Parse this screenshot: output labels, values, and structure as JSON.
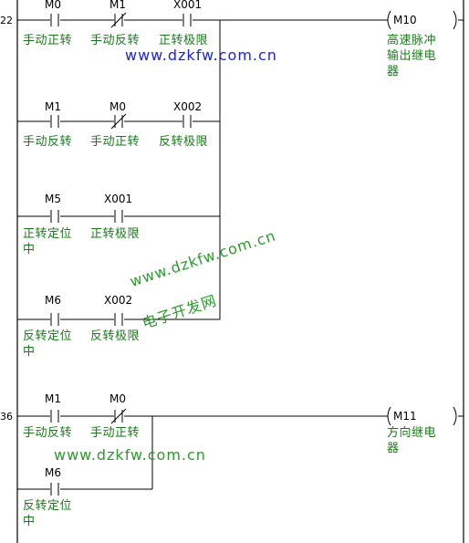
{
  "steps": {
    "first": "22",
    "second": "36"
  },
  "rungs": [
    {
      "contacts": [
        {
          "address": "M0",
          "label": "手动正转",
          "type": "NO"
        },
        {
          "address": "M1",
          "label": "手动反转",
          "type": "NC"
        },
        {
          "address": "X001",
          "label": "正转极限",
          "type": "NO"
        }
      ]
    },
    {
      "contacts": [
        {
          "address": "M1",
          "label": "手动反转",
          "type": "NO"
        },
        {
          "address": "M0",
          "label": "手动正转",
          "type": "NC"
        },
        {
          "address": "X002",
          "label": "反转极限",
          "type": "NO"
        }
      ]
    },
    {
      "contacts": [
        {
          "address": "M5",
          "label": "正转定位中",
          "type": "NO"
        },
        {
          "address": "X001",
          "label": "正转极限",
          "type": "NO"
        }
      ]
    },
    {
      "contacts": [
        {
          "address": "M6",
          "label": "反转定位中",
          "type": "NO"
        },
        {
          "address": "X002",
          "label": "反转极限",
          "type": "NO"
        }
      ]
    },
    {
      "contacts": [
        {
          "address": "M1",
          "label": "手动反转",
          "type": "NO"
        },
        {
          "address": "M0",
          "label": "手动正转",
          "type": "NC"
        }
      ]
    },
    {
      "contacts": [
        {
          "address": "M6",
          "label": "反转定位中",
          "type": "NO"
        }
      ]
    }
  ],
  "coils": [
    {
      "address": "M10",
      "label": "高速脉冲输出继电器"
    },
    {
      "address": "M11",
      "label": "方向继电器"
    }
  ],
  "watermarks": {
    "site": "www.dzkfw.com.cn",
    "cn": "电子开发网"
  },
  "colors": {
    "line": "#000000",
    "label": "#1a7a1a",
    "watermark_blue": "#1e22e0",
    "watermark_green": "#2c9a2c"
  }
}
